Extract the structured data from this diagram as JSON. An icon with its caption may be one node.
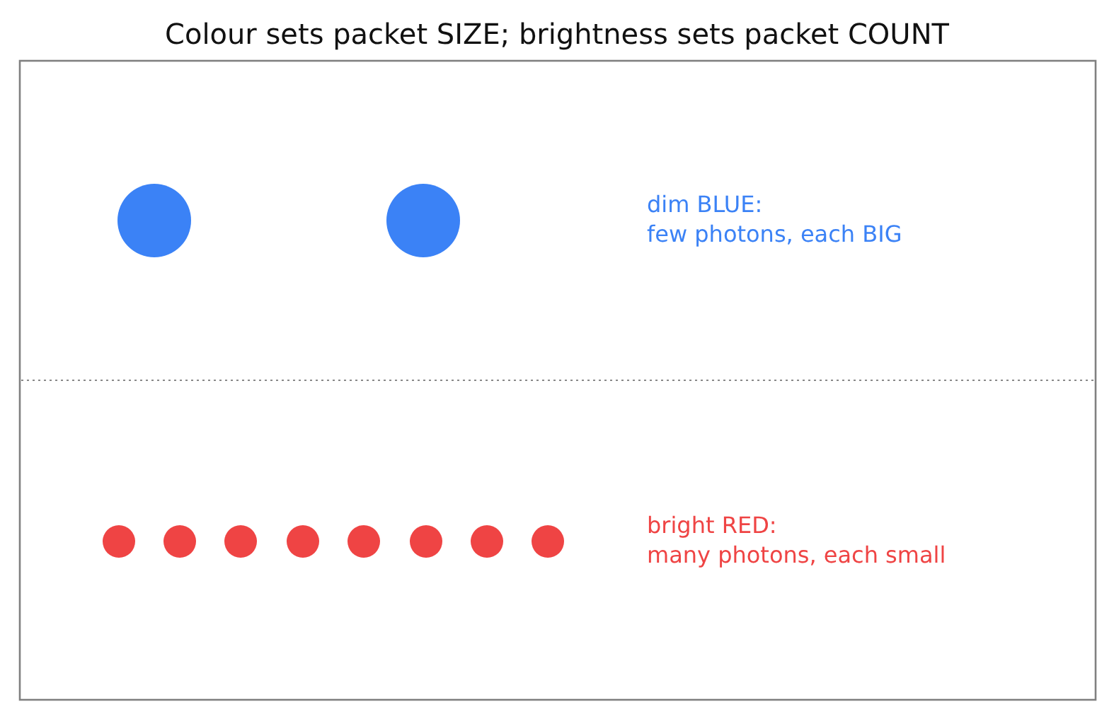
{
  "diagram": {
    "title": "Colour sets packet SIZE; brightness sets packet COUNT",
    "labels": [
      "dim BLUE:",
      "few photons, each BIG",
      "bright RED:",
      "many photons, each small"
    ]
  }
}
